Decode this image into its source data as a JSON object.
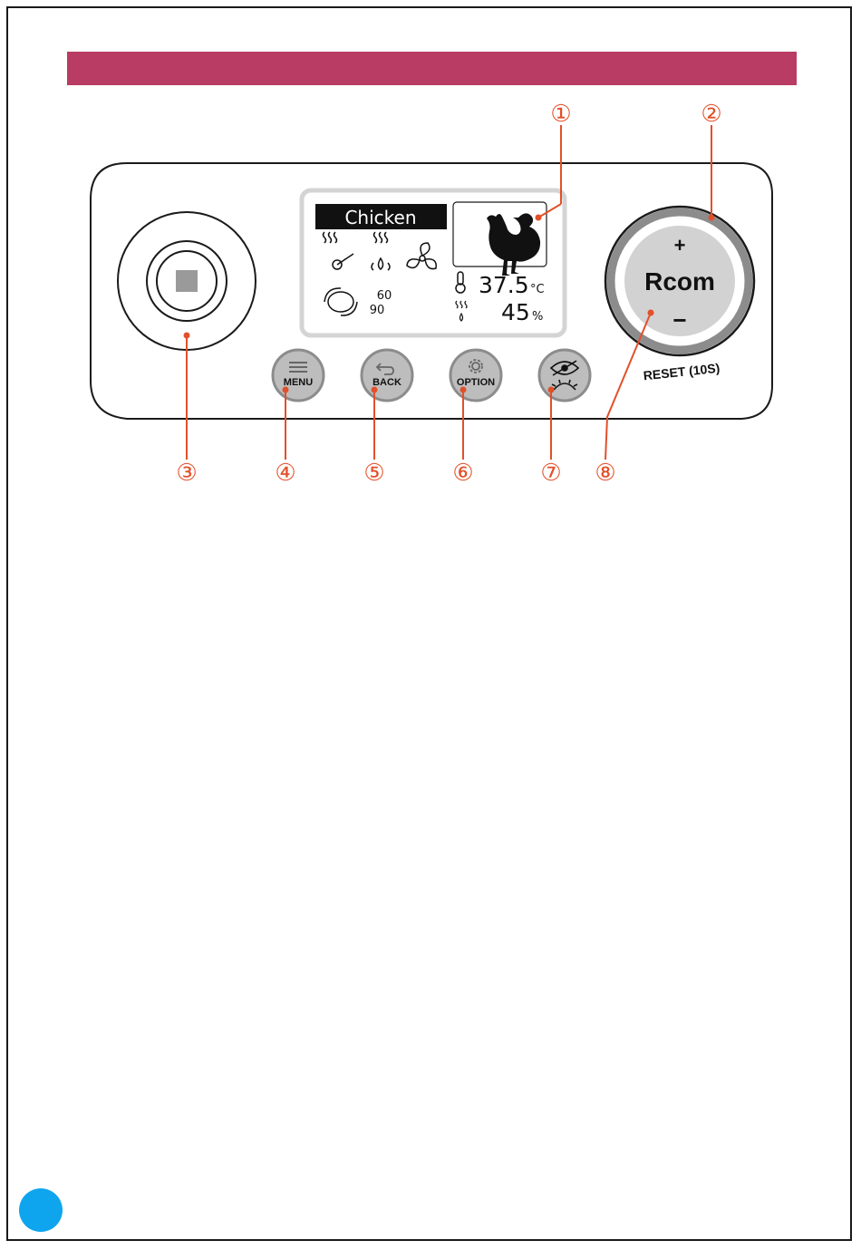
{
  "colors": {
    "header": "#b83c64",
    "callout": "#e2502a",
    "page_badge": "#0ea5ee",
    "panel_stroke": "#1a1a1a",
    "lcd_frame": "#d4d4d4",
    "button_face": "#bdbdbd",
    "dial_face": "#d2d2d2"
  },
  "display": {
    "program_name": "Chicken",
    "temperature": "37.5",
    "temperature_unit": "°C",
    "humidity": "45",
    "humidity_unit": "%",
    "turning_value_1": "60",
    "turning_value_2": "90",
    "icons": [
      "heat-temperature-icon",
      "humidity-drop-icon",
      "fan-icon",
      "egg-turning-icon",
      "thermometer-icon",
      "humidity-icon",
      "rooster-icon"
    ]
  },
  "buttons": {
    "menu": "MENU",
    "back": "BACK",
    "option": "OPTION",
    "light_icon": "eye-light-icon"
  },
  "dial": {
    "plus": "+",
    "minus": "−",
    "brand": "Rcom",
    "reset_label": "RESET (10S)"
  },
  "callouts": [
    "①",
    "②",
    "③",
    "④",
    "⑤",
    "⑥",
    "⑦",
    "⑧"
  ]
}
